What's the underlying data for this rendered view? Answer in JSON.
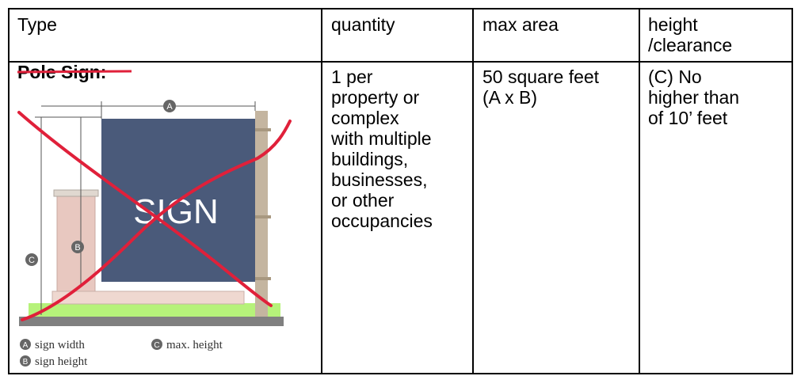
{
  "table": {
    "headers": {
      "type": "Type",
      "quantity": "quantity",
      "max_area": "max area",
      "height": "height\n/clearance"
    },
    "row": {
      "type_label": "Pole Sign:",
      "quantity": "1 per\nproperty or\ncomplex\nwith multiple\nbuildings,\nbusinesses,\nor other\noccupancies",
      "max_area": "50 square feet\n(A x B)",
      "height": "(C) No\nhigher than\nof 10’ feet"
    }
  },
  "diagram": {
    "sign_text": "SIGN",
    "markers": {
      "a": "A",
      "b": "B",
      "c": "C"
    },
    "legend": {
      "a": "sign width",
      "b": "sign height",
      "c": "max. height"
    },
    "colors": {
      "sign_panel": "#4a5a7a",
      "pole": "#c4b5a0",
      "brick": "#e8c8c0",
      "grass": "#b6f27a",
      "ground": "#808080",
      "strike": "#e0203a"
    }
  }
}
